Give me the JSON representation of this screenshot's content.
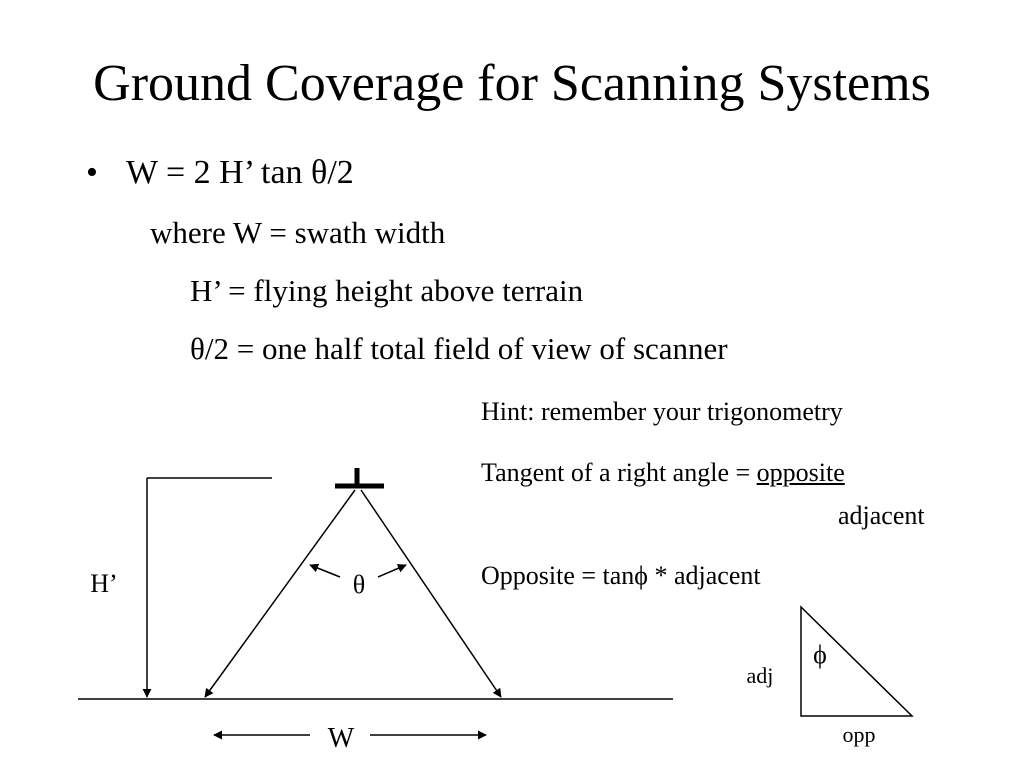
{
  "slide": {
    "title": "Ground Coverage for Scanning Systems",
    "bullet_marker": "•",
    "formula": "W = 2 H’ tan θ/2",
    "where_line": "where  W = swath width",
    "hprime_line": "H’ = flying height above terrain",
    "theta_line": "θ/2 = one half total field of view of scanner"
  },
  "hint": {
    "text": "Hint: remember your trigonometry",
    "tangent_prefix": "Tangent of a right angle = ",
    "tangent_numerator": "opposite",
    "tangent_denominator": "adjacent",
    "opposite_formula": "Opposite = tanϕ * adjacent"
  },
  "scanner_diagram": {
    "height_label": "H’",
    "angle_label": "θ",
    "width_label": "W"
  },
  "triangle_diagram": {
    "angle_label": "ϕ",
    "vertical_side_label": "adj",
    "horizontal_side_label": "opp"
  }
}
